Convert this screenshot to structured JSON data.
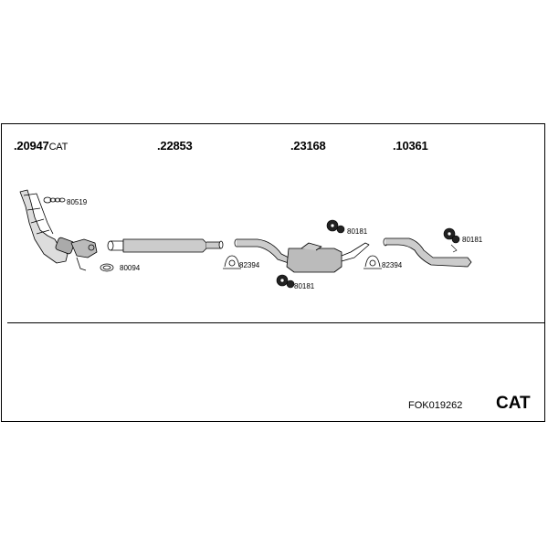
{
  "part_numbers": [
    {
      "number": ".20947",
      "suffix": "CAT"
    },
    {
      "number": ".22853"
    },
    {
      "number": ".23168"
    },
    {
      "number": ".10361"
    }
  ],
  "accessories": {
    "gasket_manifold": "80519",
    "ring_gasket": "80094",
    "clamp_1": "82394",
    "clamp_2": "82394",
    "hanger_1": "80181",
    "hanger_2": "80181",
    "hanger_3": "80181"
  },
  "footer": {
    "kit_code": "FOK019262",
    "type_label": "CAT"
  }
}
